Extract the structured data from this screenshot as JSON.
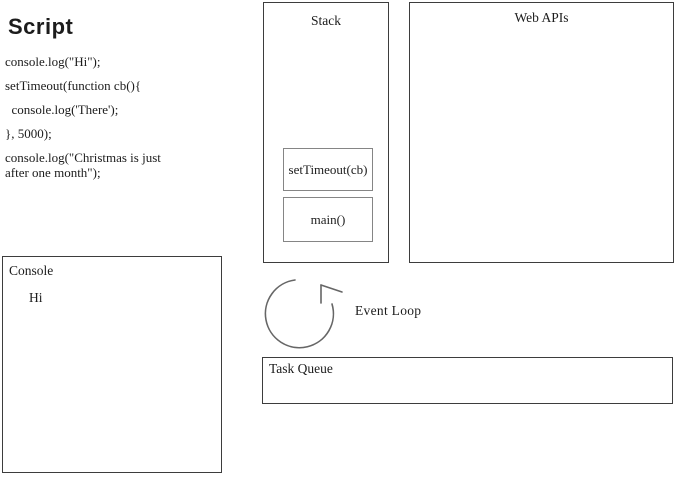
{
  "script_panel": {
    "title": "Script",
    "code_lines": [
      "console.log(\"Hi\");",
      "setTimeout(function cb(){",
      "  console.log('There');",
      "}, 5000);",
      "console.log(\"Christmas is just after one month\");"
    ]
  },
  "stack": {
    "title": "Stack",
    "frames": [
      "setTimeout(cb)",
      "main()"
    ]
  },
  "web_apis": {
    "title": "Web APIs"
  },
  "console_panel": {
    "title": "Console",
    "entries": [
      "Hi"
    ]
  },
  "event_loop": {
    "label": "Event Loop"
  },
  "task_queue": {
    "title": "Task Queue"
  },
  "colors": {
    "background": "#ffffff",
    "text": "#1c1c1c",
    "box_border": "#3d3d3d",
    "frame_border": "#858585",
    "loop_stroke": "#666666"
  }
}
